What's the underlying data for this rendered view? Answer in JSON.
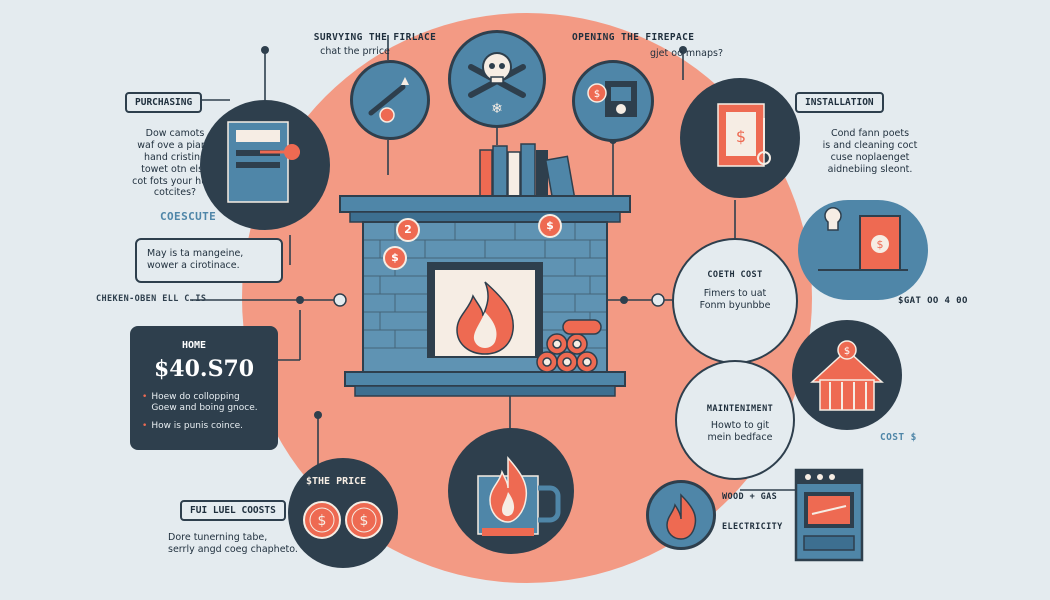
{
  "colors": {
    "background": "#e4ebef",
    "salmon": "#f39a84",
    "navy": "#2e3f4d",
    "blue": "#4f86a8",
    "coral": "#ee6a52",
    "cream": "#f6ede4"
  },
  "top": {
    "surveying_title": "SURVYING THE FIRLACE",
    "surveying_sub": "chat the prrice",
    "opening_title": "OPENING THE FIREPACE",
    "opening_sub": "gjet oo mnaps?"
  },
  "left": {
    "purchasing_label": "PURCHASING",
    "purchasing_text": "Dow camots\nwaf ove a piane\nhand cristing\ntowet otn else\ncot fots your huy?\ncotcites?",
    "coescute": "COESCUTE",
    "box_text": "May is ta mangeine,\nwower a cirotinace.",
    "checken": "CHEKEN-OBEN ELL C.IS",
    "home_label": "HOME",
    "home_price": "$40.S70",
    "bullet_1": "Hoew do collopping\nGoew and boing gnoce.",
    "bullet_2": "How is punis coince.",
    "fuel_label": "FUI LUEL COOSTS",
    "fuel_text": "Dore tunerning tabe,\nserrly angd coeg chapheto.",
    "the_price": "$THE PRICE"
  },
  "right": {
    "install_label": "INSTALLATION",
    "install_text": "Cond fann poets\nis and cleaning coct\ncuse noplaenget\naidnebiing sleont.",
    "cost_label": "COETH COST",
    "cost_text": "Fimers to uat\nFonm byunbbe",
    "sgat": "$GAT OO 4 0O",
    "maint_label": "MAINTENIMENT",
    "maint_text": "Howto to git\nmein bedface",
    "cost_dollar": "COST $",
    "wood_gas": "WOOD + GAS",
    "electricity": "ELECTRICITY"
  },
  "markers": {
    "b1": "$",
    "b2": "2",
    "b3": "$",
    "b4": "$"
  }
}
